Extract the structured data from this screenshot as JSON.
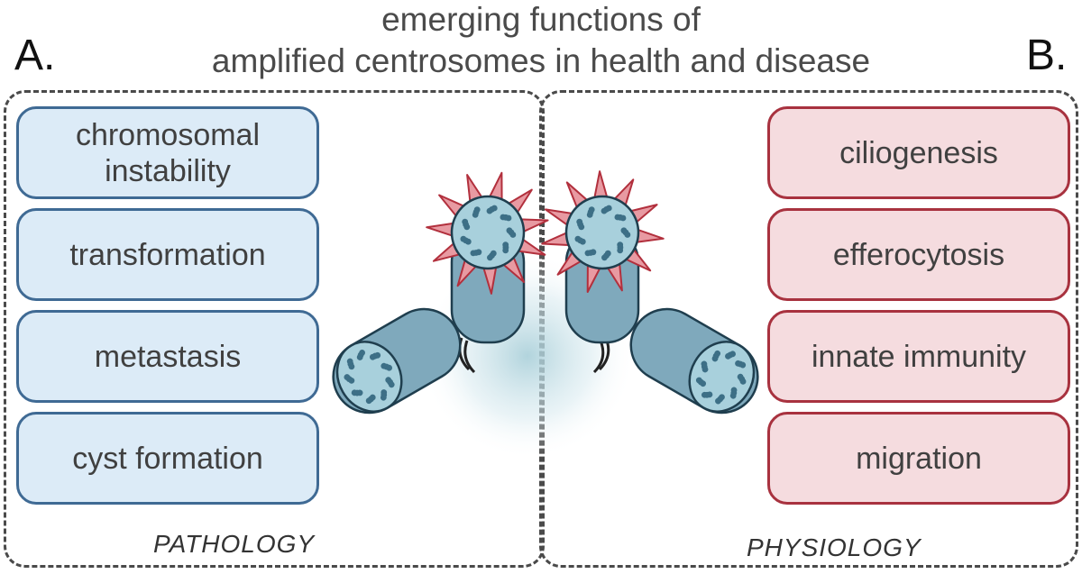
{
  "title": {
    "line1": "emerging functions of",
    "line2": "amplified centrosomes in health and disease"
  },
  "panels": {
    "left": {
      "letter": "A.",
      "label": "PATHOLOGY",
      "items": [
        "chromosomal instability",
        "transformation",
        "metastasis",
        "cyst formation"
      ]
    },
    "right": {
      "letter": "B.",
      "label": "PHYSIOLOGY",
      "items": [
        "ciliogenesis",
        "efferocytosis",
        "innate immunity",
        "migration"
      ]
    }
  },
  "colors": {
    "pathology_fill": "#dcebf7",
    "pathology_border": "#3f6a94",
    "physiology_fill": "#f5dcdf",
    "physiology_border": "#a8323f",
    "centriole": "#7fa9bc",
    "spike": "#e89aa2"
  }
}
